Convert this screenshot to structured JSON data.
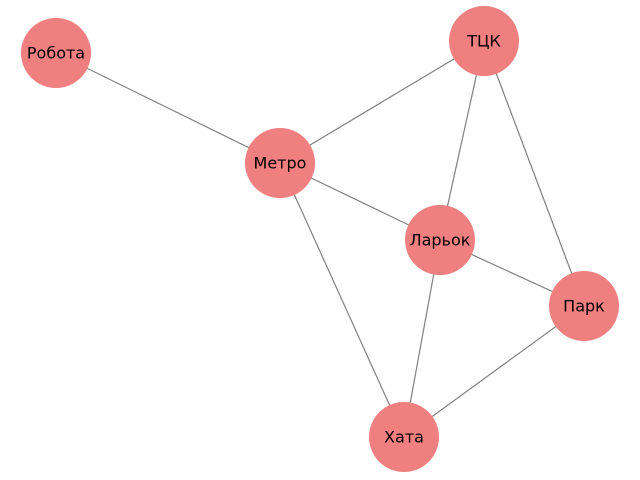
{
  "graph": {
    "node_color": "#f08080",
    "edge_color": "#808080",
    "label_color": "#000000",
    "nodes": [
      {
        "id": "robota",
        "label": "Робота"
      },
      {
        "id": "tck",
        "label": "ТЦК"
      },
      {
        "id": "metro",
        "label": "Метро"
      },
      {
        "id": "larok",
        "label": "Ларьок"
      },
      {
        "id": "park",
        "label": "Парк"
      },
      {
        "id": "khata",
        "label": "Хата"
      }
    ],
    "edges": [
      {
        "source": "robota",
        "target": "metro"
      },
      {
        "source": "metro",
        "target": "tck"
      },
      {
        "source": "metro",
        "target": "larok"
      },
      {
        "source": "metro",
        "target": "khata"
      },
      {
        "source": "tck",
        "target": "larok"
      },
      {
        "source": "tck",
        "target": "park"
      },
      {
        "source": "larok",
        "target": "park"
      },
      {
        "source": "larok",
        "target": "khata"
      },
      {
        "source": "park",
        "target": "khata"
      }
    ]
  }
}
